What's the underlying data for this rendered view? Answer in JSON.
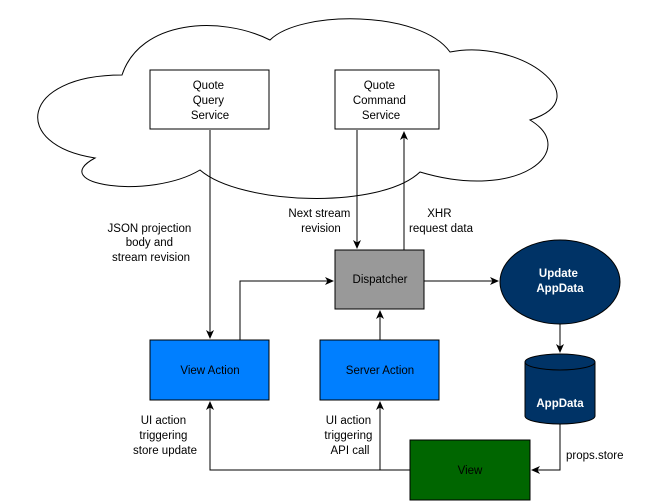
{
  "nodes": {
    "query_service": {
      "lines": [
        "Quote",
        "Query",
        "Service"
      ]
    },
    "command_service": {
      "lines": [
        "Quote",
        "Command",
        "Service"
      ]
    },
    "dispatcher": {
      "lines": [
        "Dispatcher"
      ]
    },
    "update_appdata": {
      "lines": [
        "Update",
        "AppData"
      ]
    },
    "view_action": {
      "lines": [
        "View Action"
      ]
    },
    "server_action": {
      "lines": [
        "Server Action"
      ]
    },
    "appdata": {
      "lines": [
        "AppData"
      ]
    },
    "view": {
      "lines": [
        "View"
      ]
    }
  },
  "edge_labels": {
    "json_projection": {
      "lines": [
        "JSON projection",
        "body and",
        "stream revision"
      ]
    },
    "next_stream": {
      "lines": [
        "Next stream",
        "revision"
      ]
    },
    "xhr": {
      "lines": [
        "XHR",
        "request data"
      ]
    },
    "ui_store": {
      "lines": [
        "UI action",
        "triggering",
        "store update"
      ]
    },
    "ui_api": {
      "lines": [
        "UI action",
        "triggering",
        "API call"
      ]
    },
    "props_store": {
      "lines": [
        "props.store"
      ]
    }
  },
  "colors": {
    "cloud_fill": "#ffffff",
    "box_fill": "#ffffff",
    "dispatcher_fill": "#999999",
    "action_fill": "#007fff",
    "dark_blue": "#003366",
    "view_fill": "#006600",
    "stroke": "#000000"
  }
}
